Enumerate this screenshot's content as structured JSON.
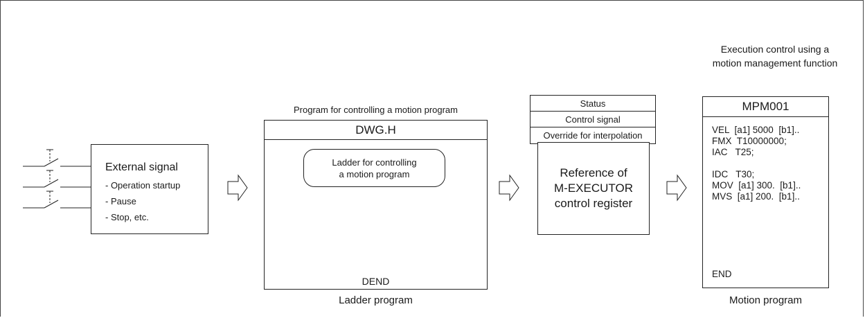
{
  "external": {
    "title": "External signal",
    "items": [
      "- Operation startup",
      "- Pause",
      "- Stop, etc."
    ]
  },
  "ladder": {
    "caption_top": "Program for controlling a motion program",
    "header": "DWG.H",
    "ladder_box": [
      "Ladder for controlling",
      "a motion program"
    ],
    "end": "DEND",
    "caption_bottom": "Ladder program"
  },
  "control": {
    "table_rows": [
      "Status",
      "Control signal",
      "Override for interpolation"
    ],
    "reference": [
      "Reference of",
      "M-EXECUTOR",
      "control register"
    ]
  },
  "motion": {
    "caption_top": [
      "Execution control using a",
      "motion management function"
    ],
    "header": "MPM001",
    "code_lines": [
      "VEL  [a1] 5000  [b1]..",
      "FMX  T10000000;",
      "IAC   T25;",
      "IDC   T30;",
      "MOV  [a1] 300.  [b1]..",
      "MVS  [a1] 200.  [b1]..",
      "END"
    ],
    "caption_bottom": "Motion program"
  }
}
